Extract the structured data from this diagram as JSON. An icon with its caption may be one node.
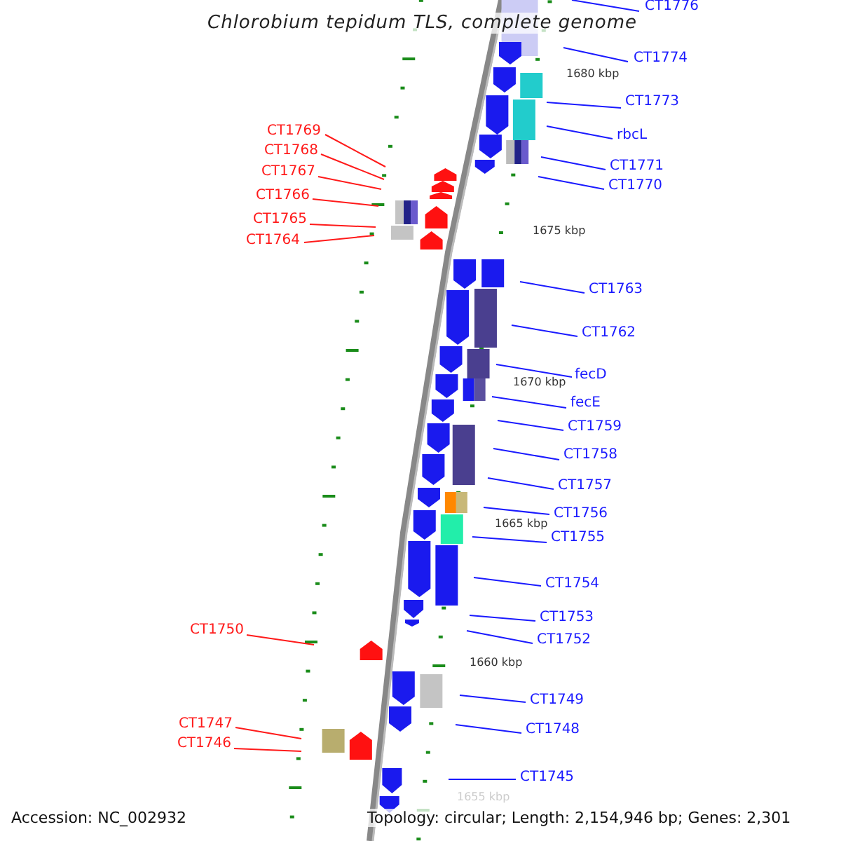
{
  "diagram": {
    "title": "Chlorobium tepidum TLS, complete genome",
    "nodes": [
      {
        "text": [
          "CT1776"
        ]
      },
      {
        "text": [
          "CT1774"
        ]
      },
      {
        "text": [
          "CT1773"
        ]
      },
      {
        "text": [
          "CT1769"
        ]
      },
      {
        "text": [
          "rbcL"
        ]
      },
      {
        "text": [
          "CT1768"
        ]
      },
      {
        "text": [
          "CT1771"
        ]
      },
      {
        "text": [
          "CT1767"
        ]
      },
      {
        "text": [
          "CT1770"
        ]
      },
      {
        "text": [
          "CT1766"
        ]
      },
      {
        "text": [
          "CT1765"
        ]
      },
      {
        "text": [
          "CT1764"
        ]
      },
      {
        "text": [
          "CT1763"
        ]
      },
      {
        "text": [
          "CT1762"
        ]
      },
      {
        "text": [
          "fecD"
        ]
      },
      {
        "text": [
          "fecE"
        ]
      },
      {
        "text": [
          "CT1759"
        ]
      },
      {
        "text": [
          "CT1758"
        ]
      },
      {
        "text": [
          "CT1757"
        ]
      },
      {
        "text": [
          "CT1756"
        ]
      },
      {
        "text": [
          "CT1755"
        ]
      },
      {
        "text": [
          "CT1754"
        ]
      },
      {
        "text": [
          "CT1753"
        ]
      },
      {
        "text": [
          "CT1750"
        ]
      },
      {
        "text": [
          "CT1752"
        ]
      },
      {
        "text": [
          "CT1749"
        ]
      },
      {
        "text": [
          "CT1747"
        ]
      },
      {
        "text": [
          "CT1748"
        ]
      },
      {
        "text": [
          "CT1746"
        ]
      },
      {
        "text": [
          "CT1745"
        ]
      }
    ],
    "edges": [
      {
        "from": 0,
        "to": null,
        "arrow": "none"
      },
      {
        "from": 1,
        "to": null,
        "arrow": "none"
      },
      {
        "from": 2,
        "to": null,
        "arrow": "none"
      },
      {
        "from": 3,
        "to": null,
        "arrow": "none",
        "color": "#ff1a1a"
      },
      {
        "from": 4,
        "to": null,
        "arrow": "none"
      },
      {
        "from": 5,
        "to": null,
        "arrow": "none",
        "color": "#ff1a1a"
      },
      {
        "from": 6,
        "to": null,
        "arrow": "none"
      },
      {
        "from": 7,
        "to": null,
        "arrow": "none",
        "color": "#ff1a1a"
      },
      {
        "from": 8,
        "to": null,
        "arrow": "none"
      },
      {
        "from": 9,
        "to": null,
        "arrow": "none",
        "color": "#ff1a1a"
      },
      {
        "from": 10,
        "to": null,
        "arrow": "none",
        "color": "#ff1a1a"
      },
      {
        "from": 11,
        "to": null,
        "arrow": "none",
        "color": "#ff1a1a"
      },
      {
        "from": 12,
        "to": null,
        "arrow": "none"
      },
      {
        "from": 13,
        "to": null,
        "arrow": "none"
      },
      {
        "from": 14,
        "to": null,
        "arrow": "none"
      },
      {
        "from": 15,
        "to": null,
        "arrow": "none"
      },
      {
        "from": 16,
        "to": null,
        "arrow": "none"
      },
      {
        "from": 17,
        "to": null,
        "arrow": "none"
      },
      {
        "from": 18,
        "to": null,
        "arrow": "none"
      },
      {
        "from": 19,
        "to": null,
        "arrow": "none"
      },
      {
        "from": 20,
        "to": null,
        "arrow": "none"
      },
      {
        "from": 21,
        "to": null,
        "arrow": "none"
      },
      {
        "from": 22,
        "to": null,
        "arrow": "none"
      },
      {
        "from": 23,
        "to": null,
        "arrow": "none",
        "color": "#ff1a1a"
      },
      {
        "from": 24,
        "to": null,
        "arrow": "none"
      },
      {
        "from": 25,
        "to": null,
        "arrow": "none"
      },
      {
        "from": 26,
        "to": null,
        "arrow": "none",
        "color": "#ff1a1a"
      },
      {
        "from": 27,
        "to": null,
        "arrow": "none"
      },
      {
        "from": 28,
        "to": null,
        "arrow": "none",
        "color": "#ff1a1a"
      },
      {
        "from": 29,
        "to": null,
        "arrow": "none"
      }
    ],
    "labels": [
      "1680 kbp",
      "1675 kbp",
      "1670 kbp",
      "1665 kbp",
      "1660 kbp",
      "1655 kbp",
      "Accession: NC_002932",
      "Topology: circular; Length: 2,154,946 bp; Genes: 2,301"
    ]
  }
}
